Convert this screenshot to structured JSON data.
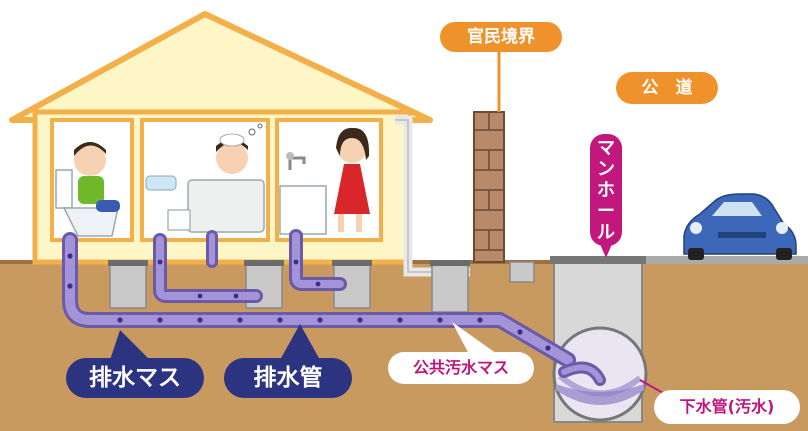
{
  "labels": {
    "boundary": "官民境界",
    "public_road": "公　道",
    "manhole": [
      "マ",
      "ン",
      "ホ",
      "ー",
      "ル"
    ],
    "drain_box": "排水マス",
    "drain_pipe": "排水管",
    "public_sewage_box": "公共汚水マス",
    "sewer_pipe": "下水管(汚水)"
  },
  "colors": {
    "ground": "#c89a60",
    "house_fill": "#fff6c8",
    "house_outline": "#f3b04a",
    "pipe": "#8d7ec4",
    "pipe_dots": "#3a2f86",
    "orange_label": "#f0922b",
    "navy_label": "#2c3482",
    "magenta": "#c2187e"
  }
}
